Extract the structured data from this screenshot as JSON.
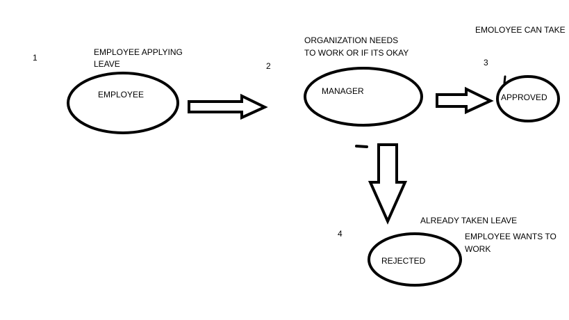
{
  "diagram": {
    "steps": [
      "1",
      "2",
      "3",
      "4"
    ],
    "nodes": {
      "employee": "EMPLOYEE",
      "manager": "MANAGER",
      "approved": "APPROVED",
      "rejected": "REJECTED"
    },
    "notes": {
      "employee_line1": "EMPLOYEE APPLYING",
      "employee_line2": "LEAVE",
      "manager_line1": "ORGANIZATION NEEDS",
      "manager_line2": "TO WORK OR IF ITS OKAY",
      "approved": "EMOLOYEE CAN TAKE",
      "rejected_line1": "ALREADY TAKEN LEAVE",
      "rejected_line2": "EMPLOYEE WANTS TO",
      "rejected_line3": "WORK"
    },
    "colors": {
      "ink": "#000000",
      "background": "#ffffff"
    }
  }
}
